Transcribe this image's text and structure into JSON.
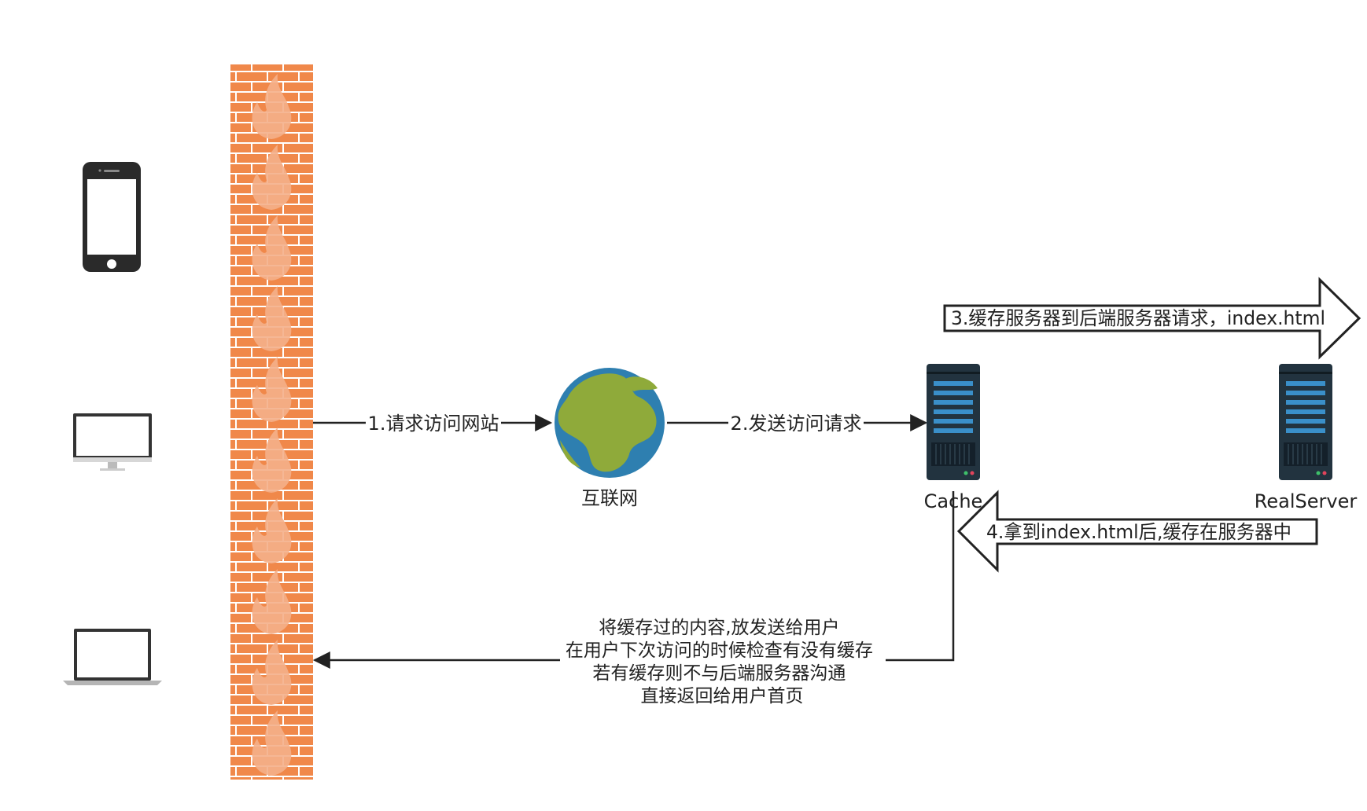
{
  "nodes": {
    "internet": {
      "label": "互联网",
      "icon": "globe-icon"
    },
    "cache": {
      "label": "Cache",
      "icon": "server-icon"
    },
    "real_server": {
      "label": "RealServer",
      "icon": "server-icon"
    },
    "firewall": {
      "icon": "firewall-icon"
    },
    "clients": [
      {
        "icon": "smartphone-icon"
      },
      {
        "icon": "desktop-monitor-icon"
      },
      {
        "icon": "laptop-icon"
      }
    ]
  },
  "edges": {
    "step1": "1.请求访问网站",
    "step2": "2.发送访问请求",
    "step3": "3.缓存服务器到后端服务器请求，index.html",
    "step4": "4.拿到index.html后,缓存在服务器中"
  },
  "note": {
    "lines": [
      "将缓存过的内容,放发送给用户",
      "在用户下次访问的时候检查有没有缓存",
      "若有缓存则不与后端服务器沟通",
      "直接返回给用户首页"
    ]
  },
  "colors": {
    "firewall": "#F0884A",
    "flame": "#F5B08A",
    "ocean": "#2E7FB0",
    "land": "#8FAA3A",
    "server": "#22333F",
    "server_bar": "#3A8FC9",
    "line": "#222222"
  }
}
